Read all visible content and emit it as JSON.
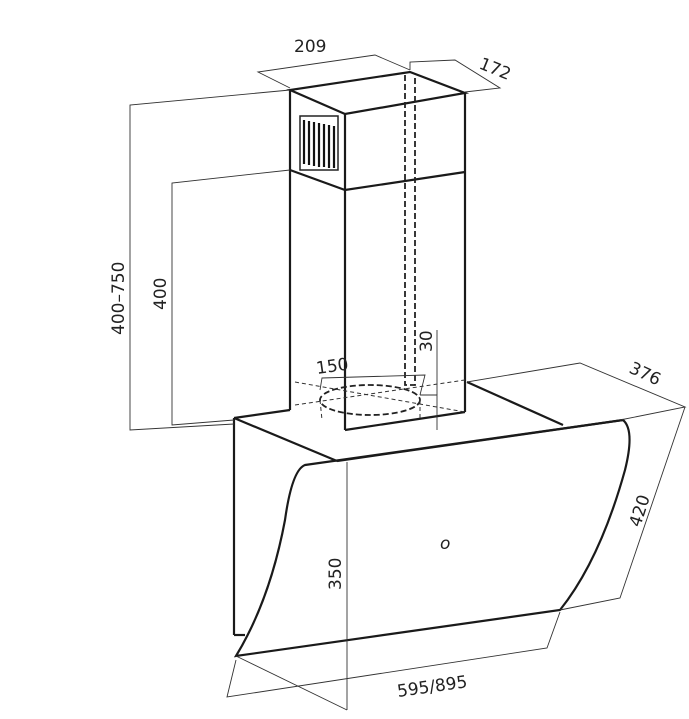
{
  "title": "Cooker hood dimension drawing",
  "dimensions": {
    "chimney_width": "209",
    "chimney_depth": "172",
    "total_height_range": "400–750",
    "chimney_height": "400",
    "outlet_offset": "30",
    "outlet_diameter": "150",
    "hood_depth": "376",
    "glass_height": "420",
    "hood_height": "350",
    "hood_width": "595/895"
  },
  "control_symbol": "o",
  "colors": {
    "line": "#1a1a1a",
    "background": "#ffffff"
  }
}
